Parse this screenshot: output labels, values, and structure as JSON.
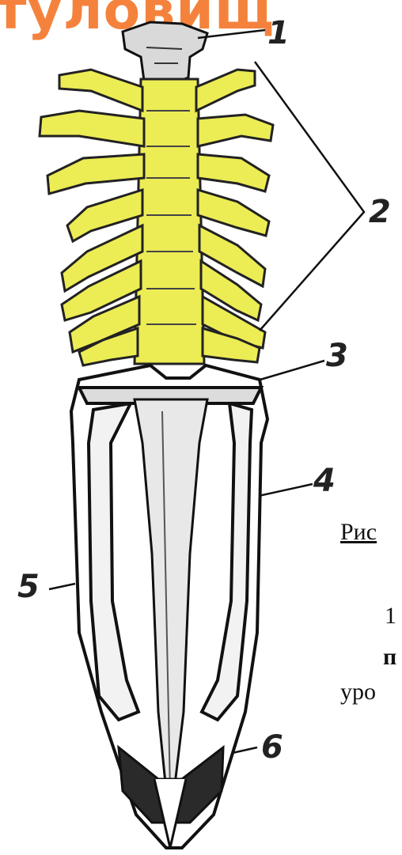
{
  "title": "туловищ",
  "labels": [
    "1",
    "2",
    "3",
    "4",
    "5",
    "6"
  ],
  "side_text": {
    "caption": "Рис",
    "line1": "1",
    "line2": "п",
    "line3": "уро"
  },
  "colors": {
    "title": "#f5823c",
    "vertebrae": "#ecec55",
    "bone_outline": "#111111"
  }
}
